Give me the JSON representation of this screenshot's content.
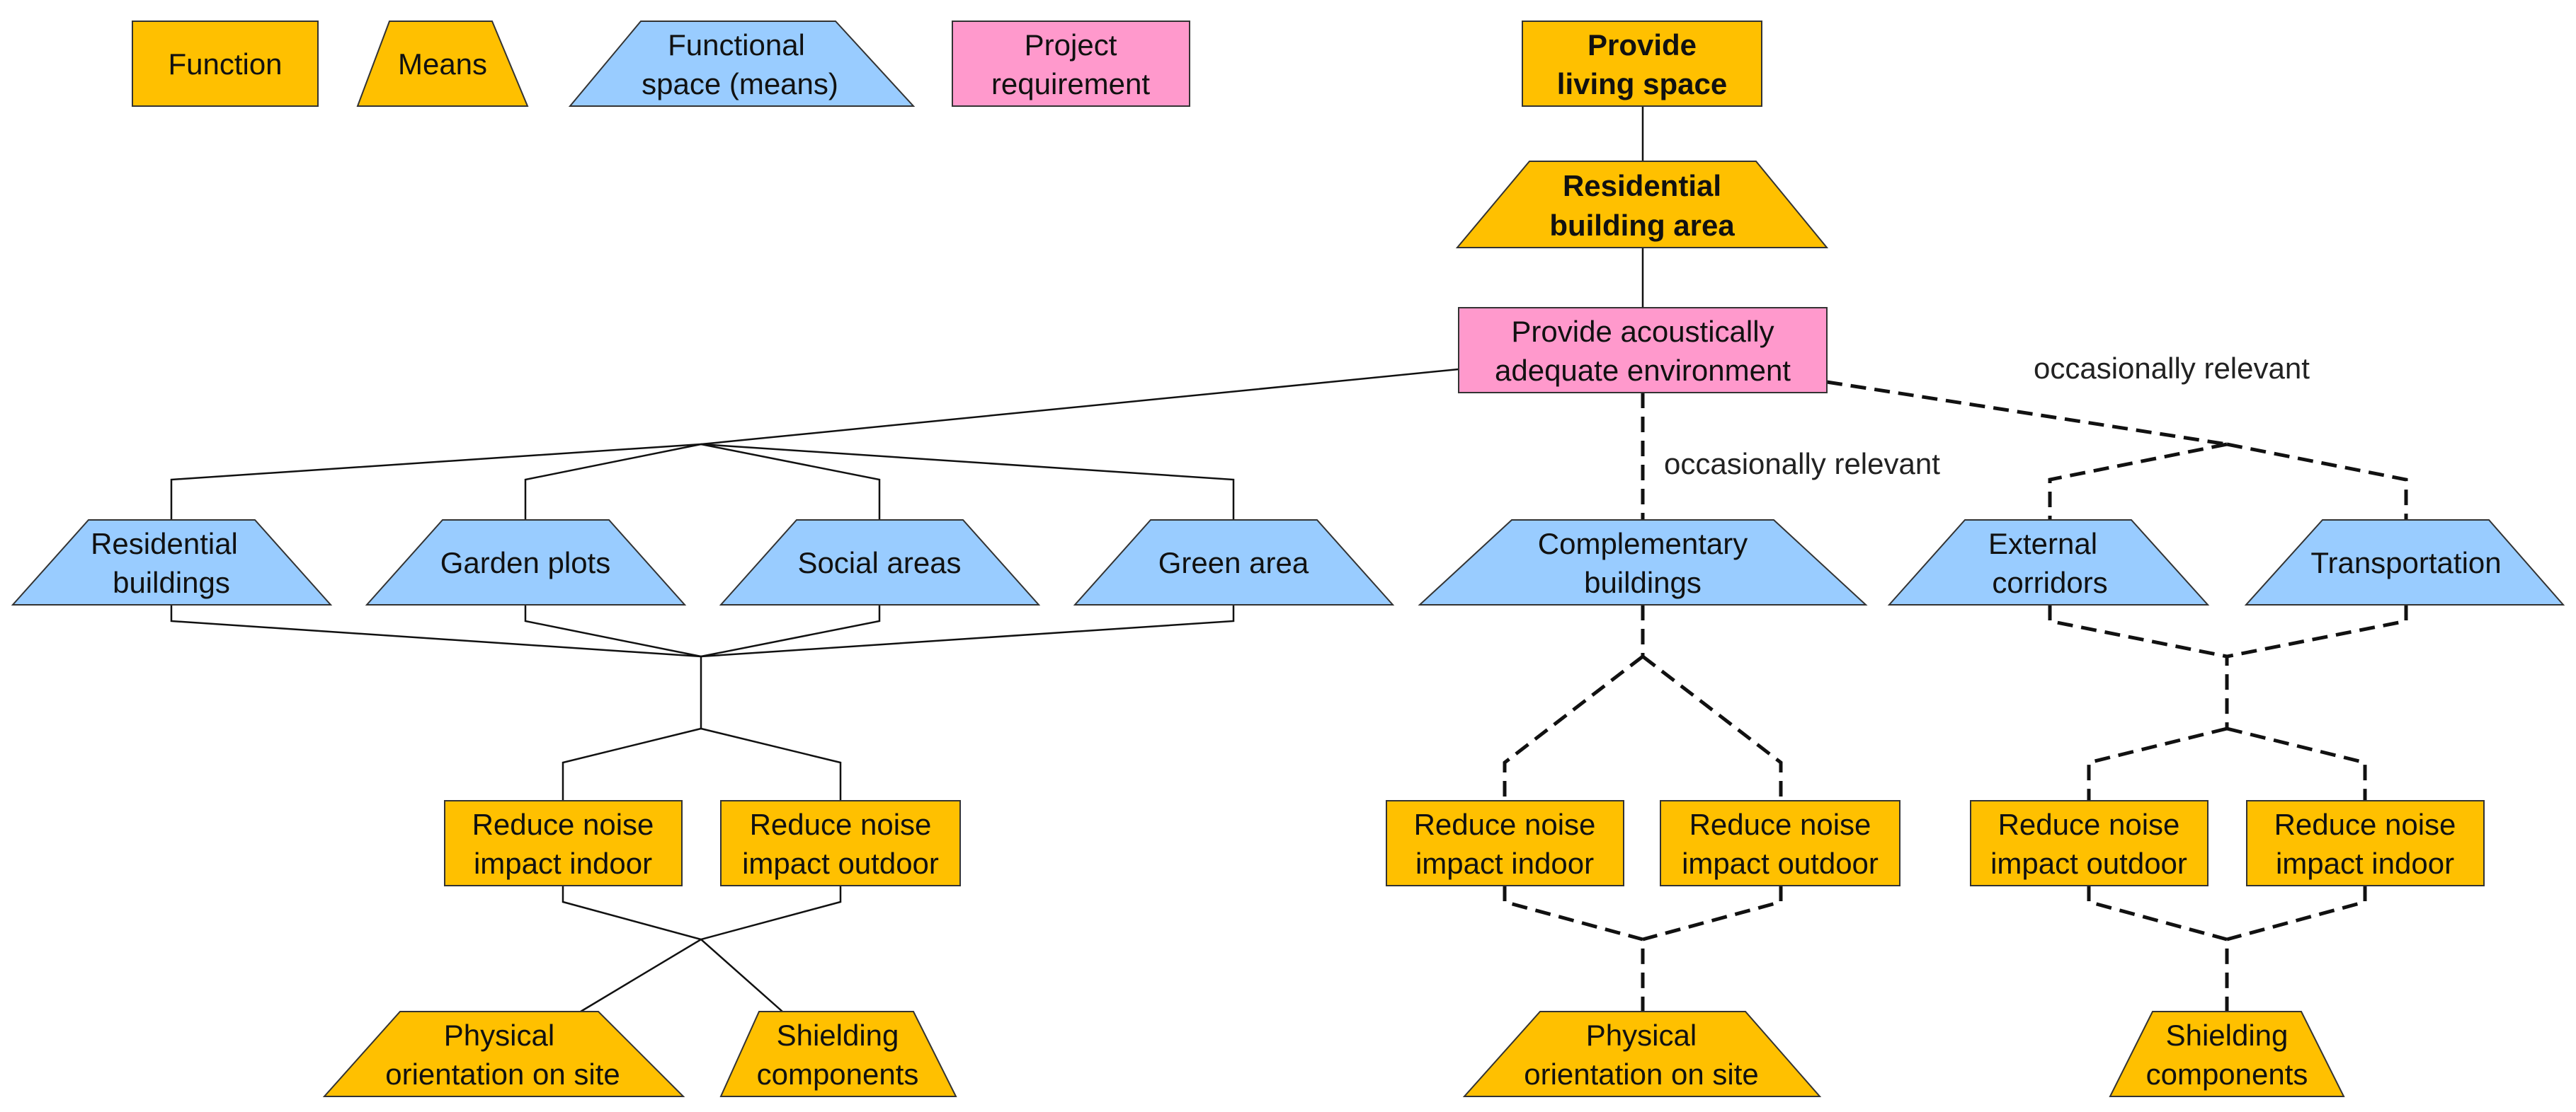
{
  "colors": {
    "function": "#FFC000",
    "means": "#FFC000",
    "functional_space": "#99CCFF",
    "requirement": "#FF99CC"
  },
  "legend": [
    {
      "id": "legend-function",
      "kind": "function",
      "lines": [
        "Function"
      ]
    },
    {
      "id": "legend-means",
      "kind": "means",
      "lines": [
        "Means"
      ]
    },
    {
      "id": "legend-functional-space",
      "kind": "functional_space",
      "lines": [
        "Functional",
        "space (means)"
      ]
    },
    {
      "id": "legend-project-requirement",
      "kind": "requirement",
      "lines": [
        "Project",
        "requirement"
      ]
    }
  ],
  "nodes": [
    {
      "id": "provide-living-space",
      "kind": "function",
      "bold": true,
      "lines": [
        "Provide",
        "living space"
      ]
    },
    {
      "id": "residential-building-area",
      "kind": "means",
      "bold": true,
      "lines": [
        "Residential",
        "building area"
      ]
    },
    {
      "id": "provide-acoustically-adequate-environment",
      "kind": "requirement",
      "lines": [
        "Provide acoustically",
        "adequate environment"
      ]
    },
    {
      "id": "residential-buildings",
      "kind": "functional_space",
      "lines": [
        "Residential",
        "buildings"
      ]
    },
    {
      "id": "garden-plots",
      "kind": "functional_space",
      "lines": [
        "Garden plots"
      ]
    },
    {
      "id": "social-areas",
      "kind": "functional_space",
      "lines": [
        "Social areas"
      ]
    },
    {
      "id": "green-area",
      "kind": "functional_space",
      "lines": [
        "Green area"
      ]
    },
    {
      "id": "complementary-buildings",
      "kind": "functional_space",
      "lines": [
        "Complementary",
        "buildings"
      ]
    },
    {
      "id": "external-corridors",
      "kind": "functional_space",
      "lines": [
        "External",
        "corridors"
      ]
    },
    {
      "id": "transportation",
      "kind": "functional_space",
      "lines": [
        "Transportation"
      ]
    },
    {
      "id": "reduce-noise-indoor-1",
      "kind": "function",
      "lines": [
        "Reduce noise",
        "impact indoor"
      ]
    },
    {
      "id": "reduce-noise-outdoor-1",
      "kind": "function",
      "lines": [
        "Reduce noise",
        "impact outdoor"
      ]
    },
    {
      "id": "reduce-noise-indoor-2",
      "kind": "function",
      "lines": [
        "Reduce noise",
        "impact indoor"
      ]
    },
    {
      "id": "reduce-noise-outdoor-2",
      "kind": "function",
      "lines": [
        "Reduce noise",
        "impact outdoor"
      ]
    },
    {
      "id": "reduce-noise-outdoor-3",
      "kind": "function",
      "lines": [
        "Reduce noise",
        "impact outdoor"
      ]
    },
    {
      "id": "reduce-noise-indoor-3",
      "kind": "function",
      "lines": [
        "Reduce noise",
        "impact indoor"
      ]
    },
    {
      "id": "physical-orientation-1",
      "kind": "means",
      "lines": [
        "Physical",
        "orientation on site"
      ]
    },
    {
      "id": "shielding-components-1",
      "kind": "means",
      "lines": [
        "Shielding",
        "components"
      ]
    },
    {
      "id": "physical-orientation-2",
      "kind": "means",
      "lines": [
        "Physical",
        "orientation on site"
      ]
    },
    {
      "id": "shielding-components-2",
      "kind": "means",
      "lines": [
        "Shielding",
        "components"
      ]
    }
  ],
  "annotations": {
    "occasionally_relevant_center": "occasionally relevant",
    "occasionally_relevant_right": "occasionally relevant"
  },
  "edges": [
    {
      "from": "provide-living-space",
      "to": "residential-building-area",
      "style": "solid"
    },
    {
      "from": "residential-building-area",
      "to": "provide-acoustically-adequate-environment",
      "style": "solid"
    },
    {
      "from": "provide-acoustically-adequate-environment",
      "to": "residential-buildings",
      "style": "solid"
    },
    {
      "from": "provide-acoustically-adequate-environment",
      "to": "garden-plots",
      "style": "solid"
    },
    {
      "from": "provide-acoustically-adequate-environment",
      "to": "social-areas",
      "style": "solid"
    },
    {
      "from": "provide-acoustically-adequate-environment",
      "to": "green-area",
      "style": "solid"
    },
    {
      "from": "provide-acoustically-adequate-environment",
      "to": "complementary-buildings",
      "style": "dashed"
    },
    {
      "from": "provide-acoustically-adequate-environment",
      "to": "external-corridors",
      "style": "dashed"
    },
    {
      "from": "provide-acoustically-adequate-environment",
      "to": "transportation",
      "style": "dashed"
    },
    {
      "from": "residential-buildings",
      "to": "reduce-noise-indoor-1",
      "style": "solid"
    },
    {
      "from": "garden-plots",
      "to": "reduce-noise-outdoor-1",
      "style": "solid"
    },
    {
      "from": "reduce-noise-indoor-1",
      "to": "physical-orientation-1",
      "style": "solid"
    },
    {
      "from": "reduce-noise-outdoor-1",
      "to": "shielding-components-1",
      "style": "solid"
    },
    {
      "from": "complementary-buildings",
      "to": "reduce-noise-indoor-2",
      "style": "dashed"
    },
    {
      "from": "complementary-buildings",
      "to": "reduce-noise-outdoor-2",
      "style": "dashed"
    },
    {
      "from": "reduce-noise-indoor-2",
      "to": "physical-orientation-2",
      "style": "dashed"
    },
    {
      "from": "reduce-noise-outdoor-2",
      "to": "physical-orientation-2",
      "style": "dashed"
    },
    {
      "from": "external-corridors",
      "to": "reduce-noise-outdoor-3",
      "style": "dashed"
    },
    {
      "from": "transportation",
      "to": "reduce-noise-indoor-3",
      "style": "dashed"
    },
    {
      "from": "reduce-noise-outdoor-3",
      "to": "shielding-components-2",
      "style": "dashed"
    },
    {
      "from": "reduce-noise-indoor-3",
      "to": "shielding-components-2",
      "style": "dashed"
    }
  ]
}
